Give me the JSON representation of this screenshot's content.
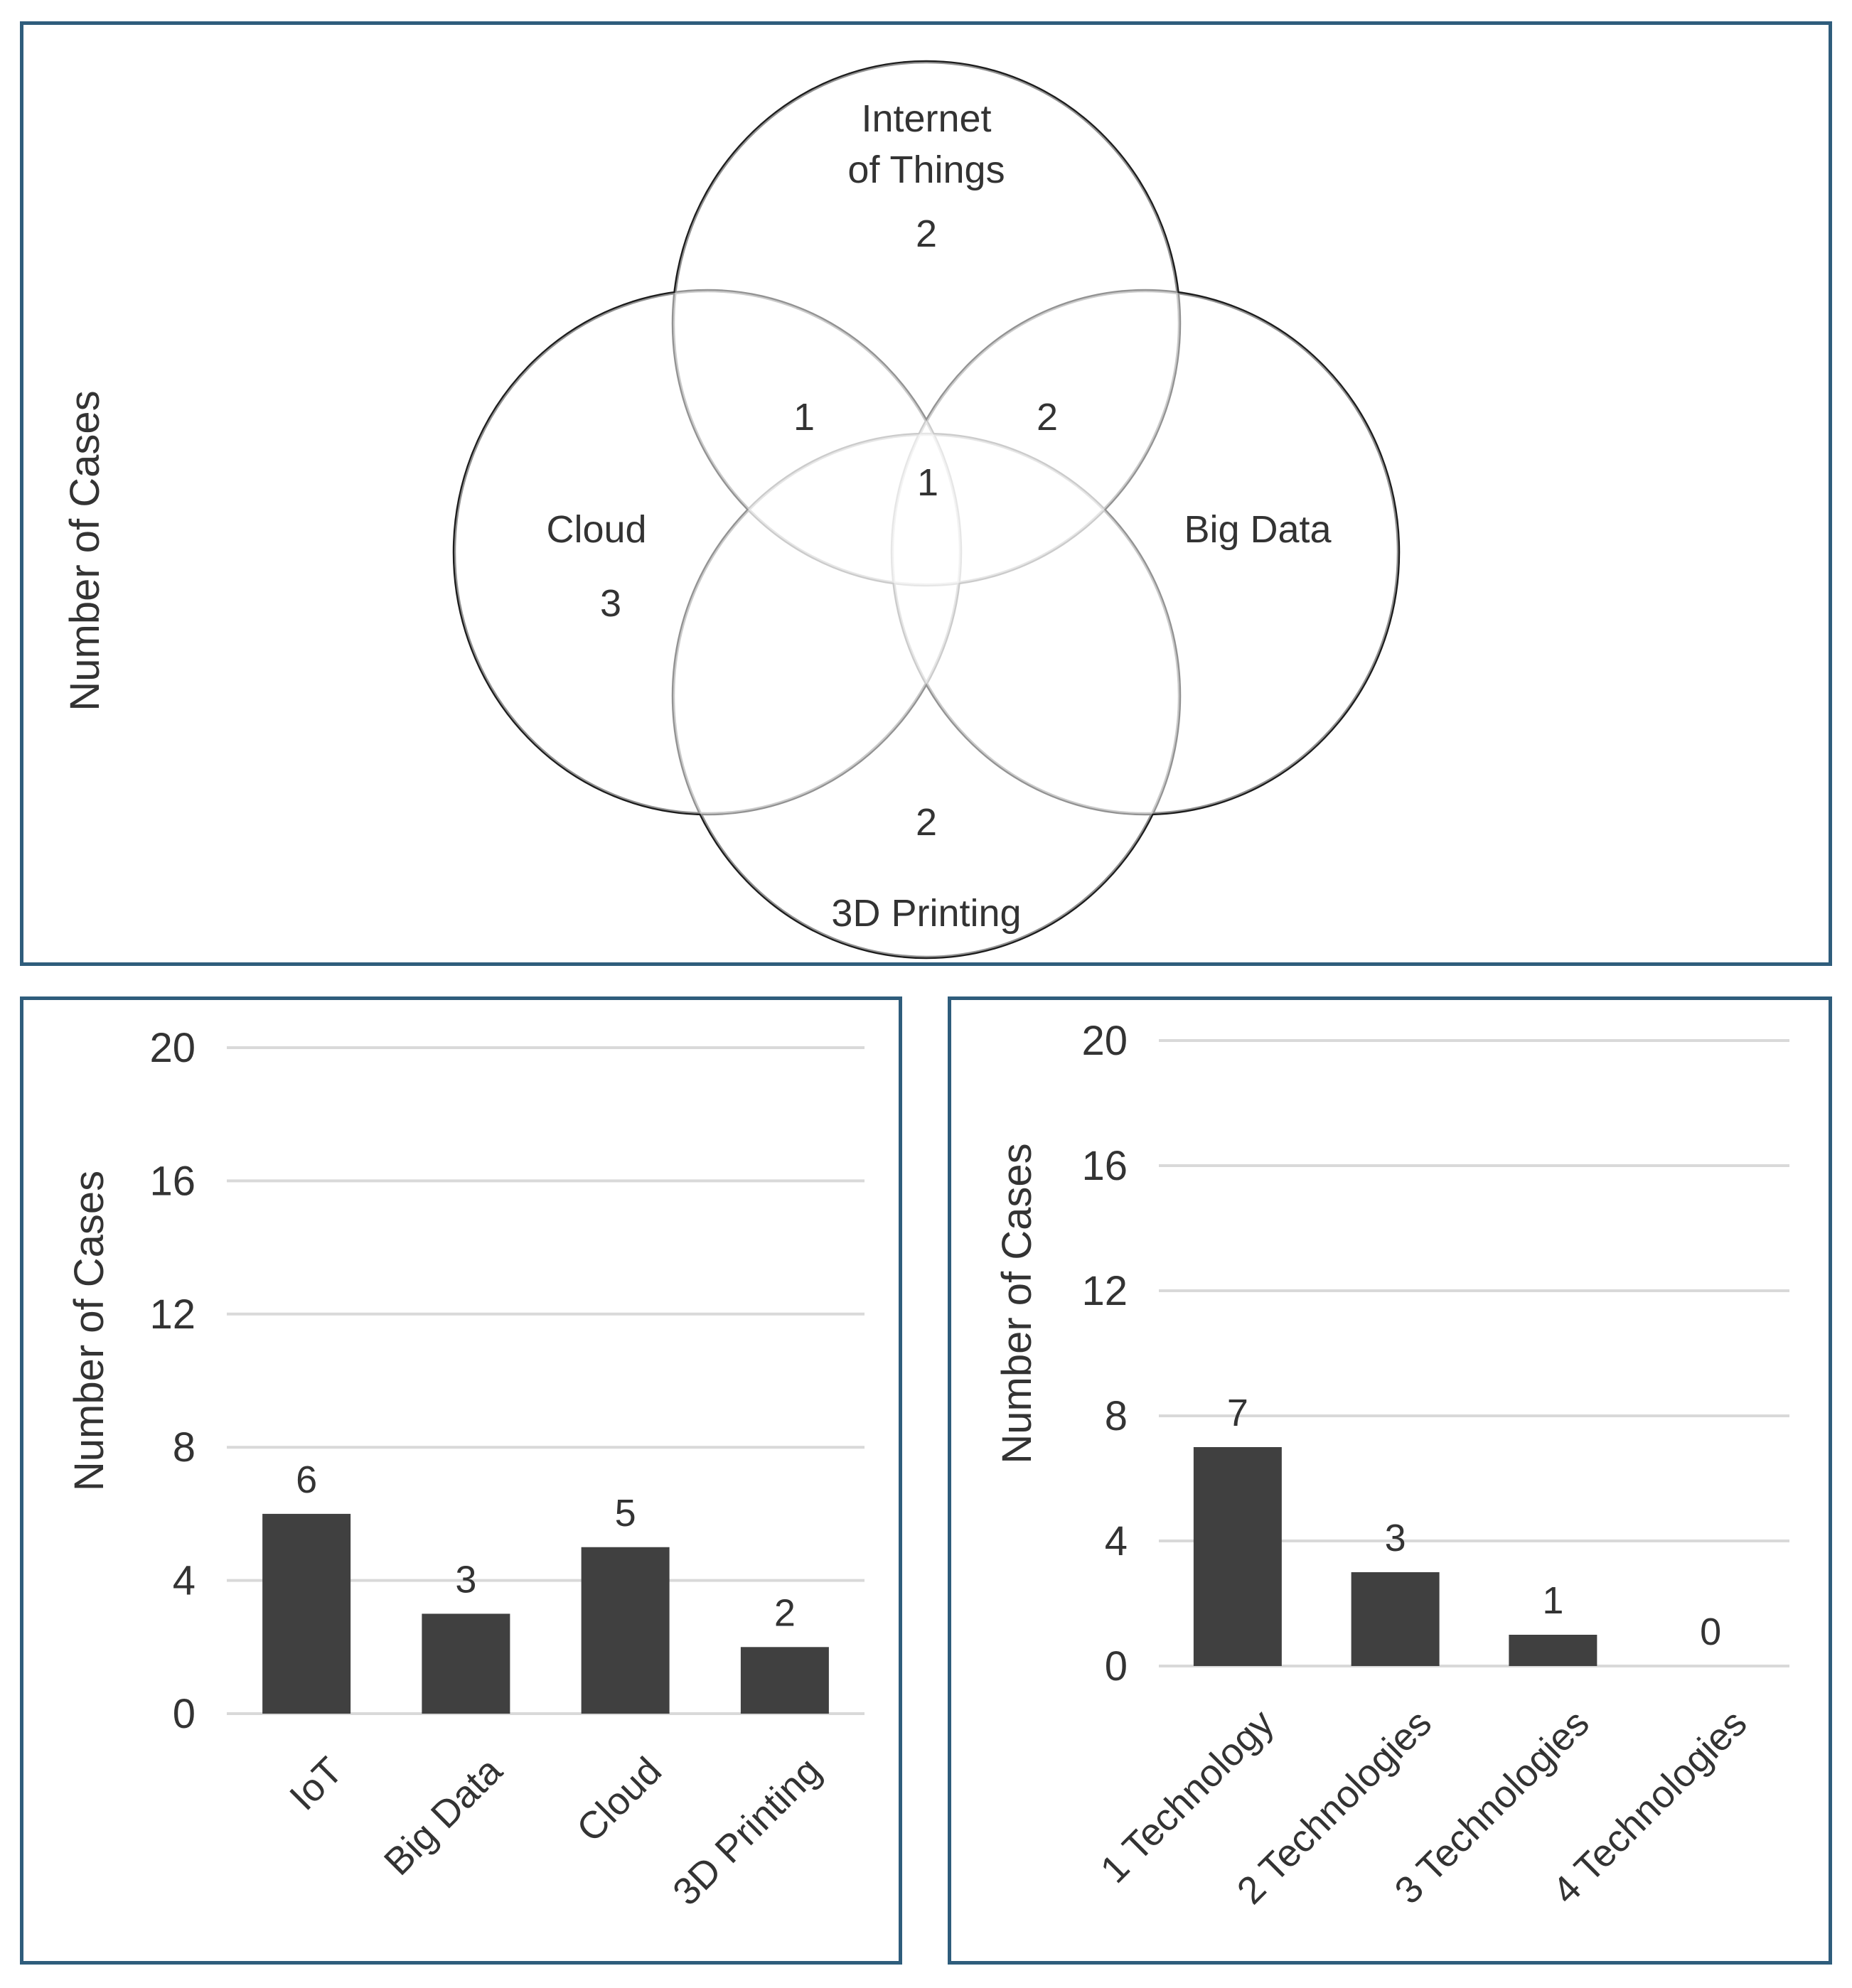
{
  "colors": {
    "border": "#2f5d7c",
    "bar": "#404040",
    "grid": "#d9d9d9",
    "text": "#333333",
    "ellipse_stroke": "#1c1c1c"
  },
  "venn": {
    "y_axis_label": "Number of Cases",
    "sets": [
      {
        "id": "iot",
        "label_lines": [
          "Internet",
          "of Things"
        ],
        "value": "2"
      },
      {
        "id": "cloud",
        "label_lines": [
          "Cloud"
        ],
        "value": "3"
      },
      {
        "id": "bigdata",
        "label_lines": [
          "Big Data"
        ],
        "value": ""
      },
      {
        "id": "printing",
        "label_lines": [
          "3D Printing"
        ],
        "value": "2"
      }
    ],
    "overlaps": [
      {
        "between": "IoT ∩ Cloud",
        "value": "1"
      },
      {
        "between": "IoT ∩ Big Data",
        "value": "2"
      },
      {
        "between": "IoT ∩ Cloud ∩ Big Data",
        "value": "1"
      }
    ]
  },
  "chart_data": [
    {
      "type": "bar",
      "categories": [
        "IoT",
        "Big Data",
        "Cloud",
        "3D Printing"
      ],
      "values": [
        6,
        3,
        5,
        2
      ],
      "title": "",
      "xlabel": "",
      "ylabel": "Number of Cases",
      "ylim": [
        0,
        20
      ],
      "yticks": [
        0,
        4,
        8,
        12,
        16,
        20
      ],
      "grid": true,
      "legend": "none"
    },
    {
      "type": "bar",
      "categories": [
        "1 Technology",
        "2 Technologies",
        "3 Technologies",
        "4 Technologies"
      ],
      "values": [
        7,
        3,
        1,
        0
      ],
      "title": "",
      "xlabel": "",
      "ylabel": "Number of Cases",
      "ylim": [
        0,
        20
      ],
      "yticks": [
        0,
        4,
        8,
        12,
        16,
        20
      ],
      "grid": true,
      "legend": "none"
    }
  ]
}
